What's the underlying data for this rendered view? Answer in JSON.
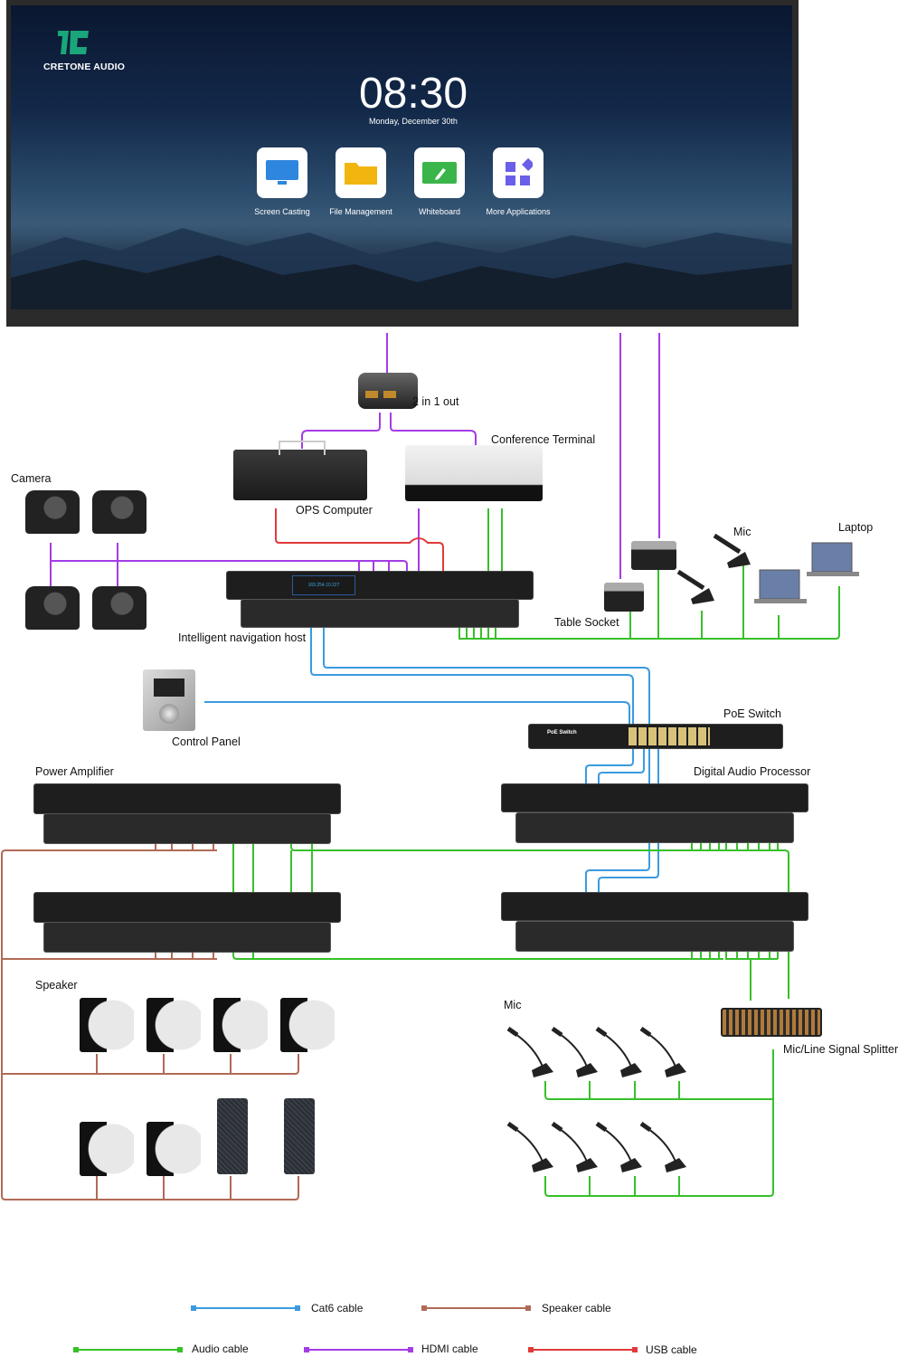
{
  "display": {
    "brand": "CRETONE AUDIO",
    "time": "08:30",
    "date": "Monday, December 30th",
    "apps": [
      {
        "label": "Screen Casting",
        "icon": "monitor-icon",
        "color": "#2e86de"
      },
      {
        "label": "File Management",
        "icon": "folder-icon",
        "color": "#f2b50f"
      },
      {
        "label": "Whiteboard",
        "icon": "pencil-board-icon",
        "color": "#3ab54a"
      },
      {
        "label": "More Applications",
        "icon": "apps-grid-icon",
        "color": "#6a5fe8"
      }
    ]
  },
  "devices": {
    "switcher": "2 in 1 out",
    "conference_terminal": "Conference Terminal",
    "ops_computer": "OPS Computer",
    "camera": "Camera",
    "nav_host": "Intelligent navigation host",
    "nav_host_ip": "169.254.10.227",
    "table_socket": "Table Socket",
    "mic_top": "Mic",
    "laptop": "Laptop",
    "control_panel": "Control Panel",
    "poe_switch": "PoE Switch",
    "poe_switch_plate": "PoE Switch",
    "power_amplifier": "Power Amplifier",
    "dsp": "Digital Audio Processor",
    "speaker": "Speaker",
    "mic_bottom": "Mic",
    "splitter": "Mic/Line Signal Splitter"
  },
  "legend": [
    {
      "label": "Cat6 cable",
      "color": "#3a9be0"
    },
    {
      "label": "Speaker cable",
      "color": "#b06a55"
    },
    {
      "label": "Audio cable",
      "color": "#37c02a"
    },
    {
      "label": "HDMI cable",
      "color": "#a43ce6"
    },
    {
      "label": "USB cable",
      "color": "#e03a3a"
    }
  ]
}
